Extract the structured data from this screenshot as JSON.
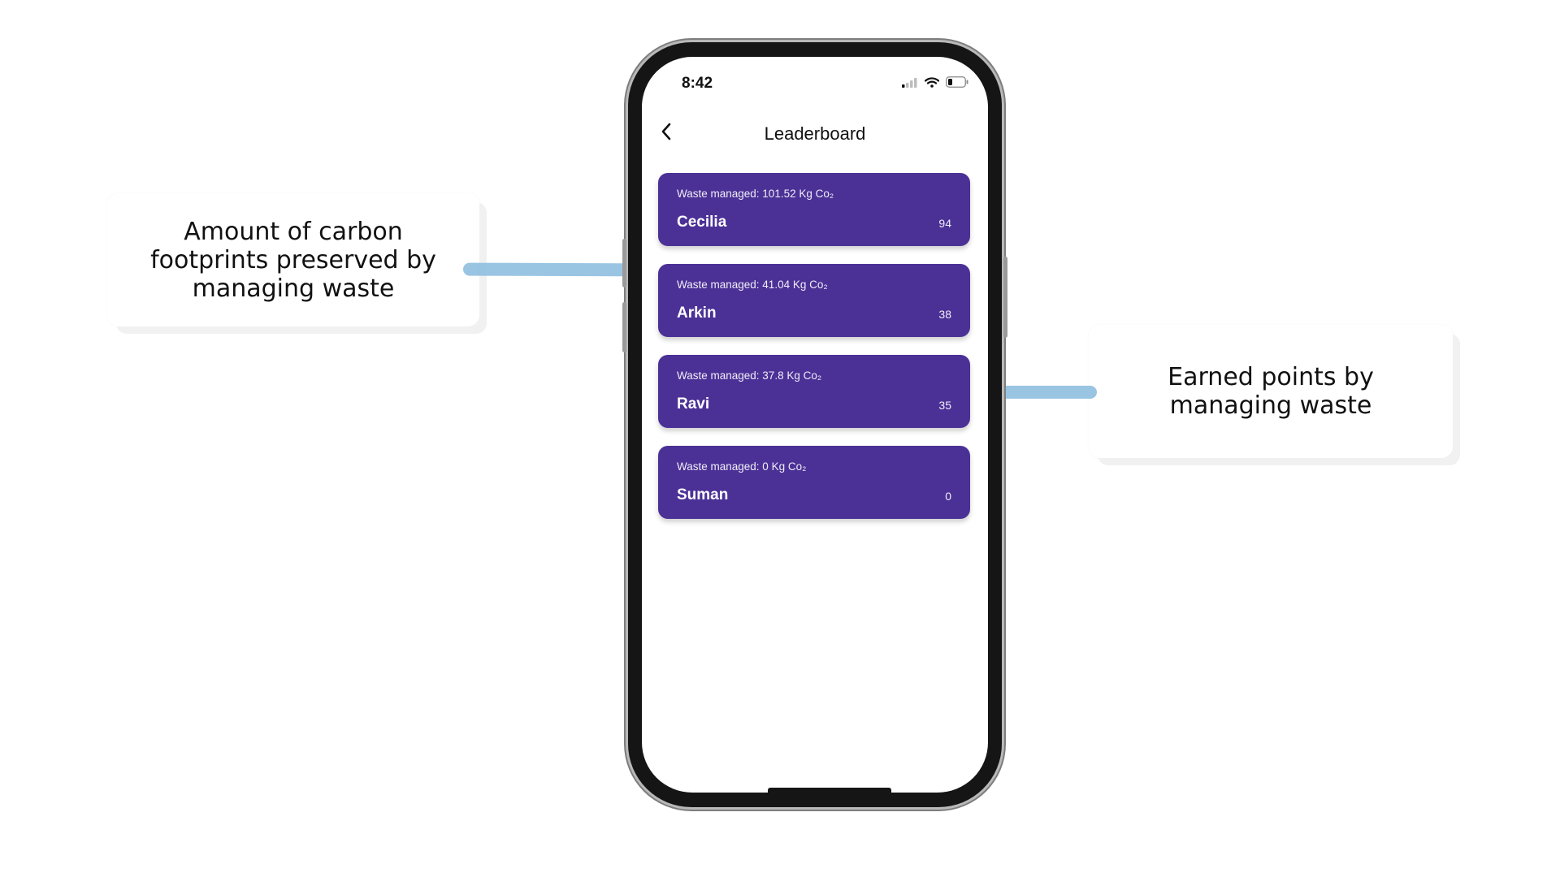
{
  "annotations": {
    "left_callout": "Amount of carbon\nfootprints preserved by\nmanaging waste",
    "right_callout": "Earned points by\nmanaging waste"
  },
  "status_bar": {
    "time": "8:42",
    "icons": [
      "signal-icon",
      "wifi-icon",
      "battery-icon"
    ]
  },
  "nav": {
    "back_icon": "chevron-left-icon",
    "title": "Leaderboard"
  },
  "leaderboard": [
    {
      "waste": "Waste managed: 101.52 Kg Co₂",
      "name": "Cecilia",
      "points": "94"
    },
    {
      "waste": "Waste managed: 41.04 Kg Co₂",
      "name": "Arkin",
      "points": "38"
    },
    {
      "waste": "Waste managed: 37.8 Kg Co₂",
      "name": "Ravi",
      "points": "35"
    },
    {
      "waste": "Waste managed: 0 Kg Co₂",
      "name": "Suman",
      "points": "0"
    }
  ],
  "colors": {
    "card_background": "#4b3196",
    "connector": "#8fbfdf",
    "phone_frame": "#151515"
  }
}
